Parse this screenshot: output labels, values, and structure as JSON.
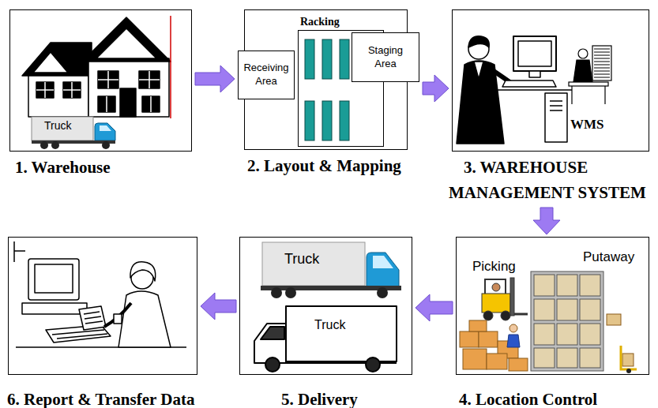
{
  "diagram": {
    "nodes": [
      {
        "text": [
          "1. Warehouse"
        ]
      },
      {
        "text": [
          "2. Layout & Mapping"
        ]
      },
      {
        "text": [
          "Racking"
        ],
        "in": 1
      },
      {
        "text": [
          "Receiving Area"
        ],
        "in": 1
      },
      {
        "text": [
          "Staging Area"
        ],
        "in": 1
      },
      {
        "text": [
          "3. WAREHOUSE MANAGEMENT SYSTEM"
        ]
      },
      {
        "text": [
          "4. Location Control"
        ]
      },
      {
        "text": [
          "5. Delivery"
        ]
      },
      {
        "text": [
          "6. Report & Transfer Data"
        ]
      }
    ],
    "edges": [
      {
        "from": 0,
        "to": 1,
        "arrow": "to"
      },
      {
        "from": 1,
        "to": 5,
        "arrow": "to"
      },
      {
        "from": 5,
        "to": 6,
        "arrow": "to"
      },
      {
        "from": 6,
        "to": 7,
        "arrow": "to"
      },
      {
        "from": 7,
        "to": 8,
        "arrow": "to"
      }
    ],
    "labels": [
      "Truck",
      "WMS",
      "Picking",
      "Putaway",
      "Truck",
      "Truck"
    ]
  }
}
